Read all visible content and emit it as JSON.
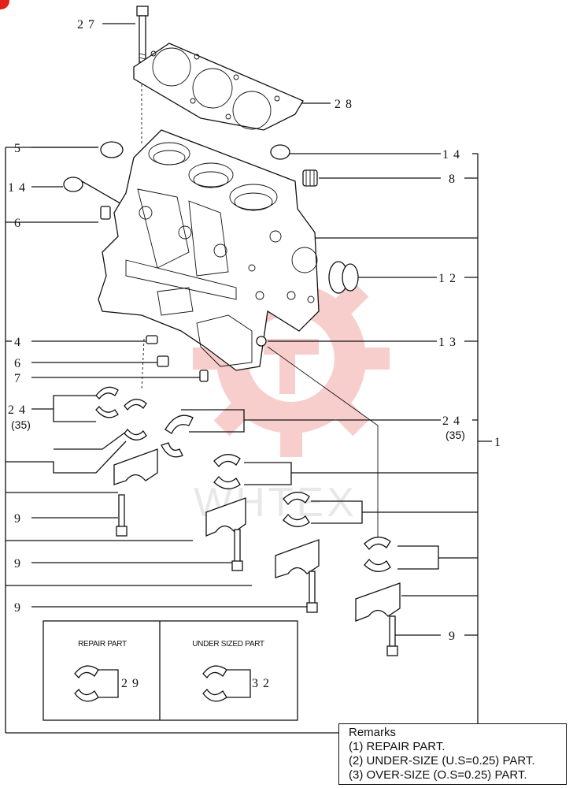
{
  "callouts": {
    "c27": "27",
    "c28": "28",
    "c5": "5",
    "c14_left": "14",
    "c14_right": "14",
    "c8": "8",
    "c6_top": "6",
    "c12": "12",
    "c4": "4",
    "c13": "13",
    "c6_low": "6",
    "c7": "7",
    "c24_left": "24",
    "c24_right": "24",
    "c1": "1",
    "c9_a": "9",
    "c9_b": "9",
    "c9_c": "9",
    "c9_d": "9",
    "c29": "29",
    "c32": "32"
  },
  "sublabels": {
    "s35_left": "(35)",
    "s35_right": "(35)"
  },
  "boxes": {
    "repair_title": "REPAIR PART",
    "undersize_title": "UNDER SIZED PART"
  },
  "remarks": {
    "title": "Remarks",
    "line1": "(1) REPAIR PART.",
    "line2": "(2) UNDER-SIZE (U.S=0.25) PART.",
    "line3": "(3) OVER-SIZE (O.S=0.25) PART."
  },
  "watermark": {
    "text": "WHTEX",
    "color": "#e2231a"
  },
  "colors": {
    "line": "#111111",
    "accent": "#e2231a"
  }
}
